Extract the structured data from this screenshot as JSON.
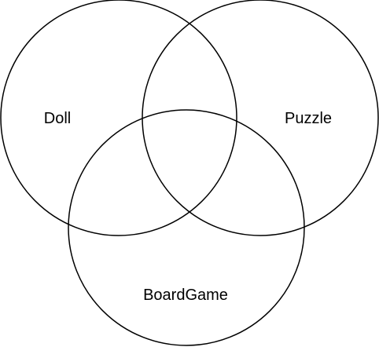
{
  "diagram": {
    "type": "venn",
    "stroke_color": "#000000",
    "label_color": "#000000",
    "sets": [
      {
        "id": "doll",
        "label": "Doll"
      },
      {
        "id": "puzzle",
        "label": "Puzzle"
      },
      {
        "id": "boardgame",
        "label": "BoardGame"
      }
    ]
  }
}
